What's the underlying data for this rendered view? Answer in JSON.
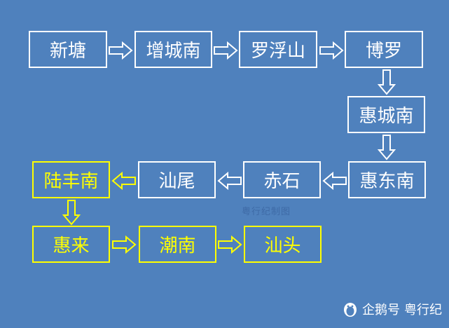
{
  "stations": [
    {
      "label": "新塘",
      "highlight": false
    },
    {
      "label": "增城南",
      "highlight": false
    },
    {
      "label": "罗浮山",
      "highlight": false
    },
    {
      "label": "博罗",
      "highlight": false
    },
    {
      "label": "惠城南",
      "highlight": false
    },
    {
      "label": "惠东南",
      "highlight": false
    },
    {
      "label": "赤石",
      "highlight": false
    },
    {
      "label": "汕尾",
      "highlight": false
    },
    {
      "label": "陆丰南",
      "highlight": true
    },
    {
      "label": "惠来",
      "highlight": true
    },
    {
      "label": "潮南",
      "highlight": true
    },
    {
      "label": "汕头",
      "highlight": true
    }
  ],
  "watermark": "粤行纪制图",
  "footer": {
    "platform": "企鹅号",
    "author": "粤行纪"
  },
  "colors": {
    "background": "#4f81bd",
    "node_border": "#ffffff",
    "highlight": "#ffff00"
  }
}
